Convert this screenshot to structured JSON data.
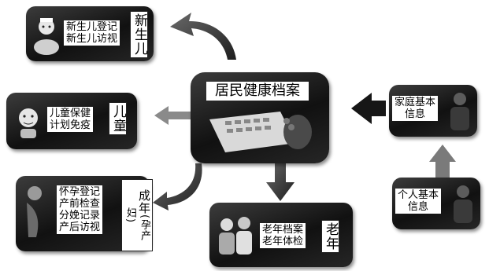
{
  "center": {
    "title": "居民健康档案"
  },
  "newborn": {
    "tag": "新生儿",
    "items": [
      "新生儿登记",
      "新生儿访视"
    ]
  },
  "child": {
    "tag": "儿童",
    "items": [
      "儿童保健",
      "计划免疫"
    ]
  },
  "maternal": {
    "tag_main": "成年",
    "tag_sub": "(孕产妇)",
    "items": [
      "怀孕登记",
      "产前检查",
      "分娩记录",
      "产后访视"
    ]
  },
  "elderly": {
    "tag": "老年",
    "items": [
      "老年档案",
      "老年体检"
    ]
  },
  "family": {
    "items": [
      "家庭基本",
      "信息"
    ]
  },
  "individual": {
    "items": [
      "个人基本",
      "信息"
    ]
  }
}
